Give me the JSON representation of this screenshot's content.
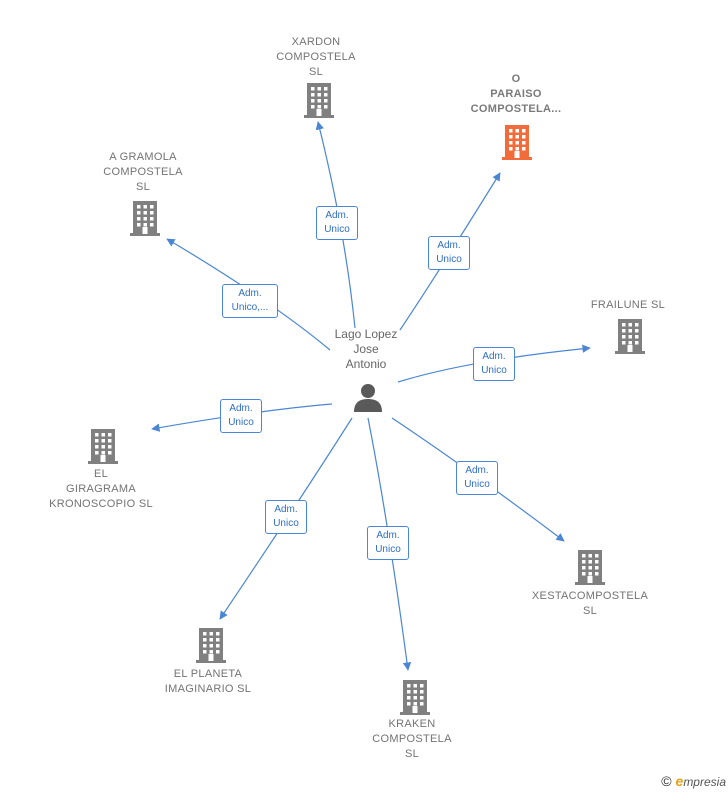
{
  "colors": {
    "edge": "#4a86d4",
    "building": "#808080",
    "building_highlight": "#f26b3a",
    "person": "#5a5a5a",
    "label": "#737373"
  },
  "center": {
    "label": "Lago Lopez\nJose\nAntonio",
    "icon": "person-icon"
  },
  "companies": [
    {
      "id": "xardon",
      "label": "XARDON\nCOMPOSTELA\nSL",
      "icon": "building-icon",
      "highlight": false
    },
    {
      "id": "oparaiso",
      "label": "O\nPARAISO\nCOMPOSTELA...",
      "icon": "building-icon",
      "highlight": true
    },
    {
      "id": "agramola",
      "label": "A GRAMOLA\nCOMPOSTELA\nSL",
      "icon": "building-icon",
      "highlight": false
    },
    {
      "id": "frailune",
      "label": "FRAILUNE  SL",
      "icon": "building-icon",
      "highlight": false
    },
    {
      "id": "giragrama",
      "label": "EL\nGIRAGRAMA\nKRONOSCOPIO SL",
      "icon": "building-icon",
      "highlight": false
    },
    {
      "id": "xestacompostela",
      "label": "XESTACOMPOSTELA\nSL",
      "icon": "building-icon",
      "highlight": false
    },
    {
      "id": "planeta",
      "label": "EL PLANETA\nIMAGINARIO SL",
      "icon": "building-icon",
      "highlight": false
    },
    {
      "id": "kraken",
      "label": "KRAKEN\nCOMPOSTELA\nSL",
      "icon": "building-icon",
      "highlight": false
    }
  ],
  "edges": [
    {
      "to": "xardon",
      "label": "Adm.\nUnico"
    },
    {
      "to": "oparaiso",
      "label": "Adm.\nUnico"
    },
    {
      "to": "agramola",
      "label": "Adm.\nUnico,..."
    },
    {
      "to": "frailune",
      "label": "Adm.\nUnico"
    },
    {
      "to": "giragrama",
      "label": "Adm.\nUnico"
    },
    {
      "to": "xestacompostela",
      "label": "Adm.\nUnico"
    },
    {
      "to": "planeta",
      "label": "Adm.\nUnico"
    },
    {
      "to": "kraken",
      "label": "Adm.\nUnico"
    }
  ],
  "brand": {
    "copyright": "©",
    "initial": "e",
    "name": "mpresia"
  }
}
